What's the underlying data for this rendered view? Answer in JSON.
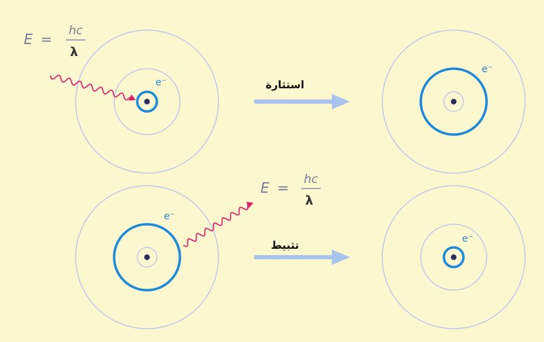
{
  "formula": {
    "lhs": "E",
    "equals": "=",
    "numerator": "hc",
    "denominator": "λ"
  },
  "electron_label": "e⁻",
  "excitation_label": "استثارة",
  "relaxation_label": "تثبيط",
  "colors": {
    "background": "#fdf7cf",
    "orbit": "#c4c8ea",
    "electron_orbit": "#1f8ad8",
    "photon": "#e0206a",
    "arrow": "#a8c4ee",
    "nucleus": "#2c2c60"
  }
}
